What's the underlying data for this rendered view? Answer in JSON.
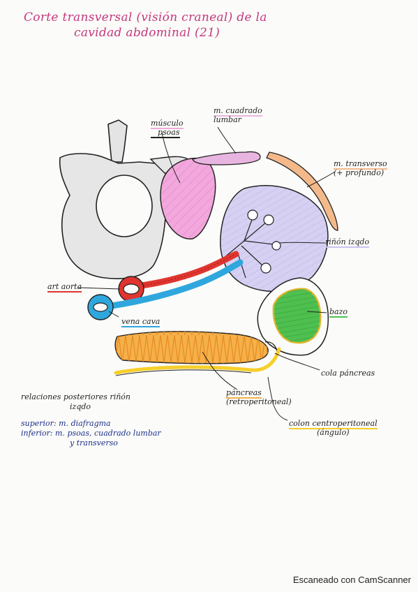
{
  "title": {
    "line1": "Corte transversal (visión craneal) de la",
    "line2": "cavidad abdominal (21)"
  },
  "labels": {
    "psoas": [
      "músculo",
      "psoas"
    ],
    "cuadrado": [
      "m. cuadrado",
      "lumbar"
    ],
    "transverso": [
      "m. transverso",
      "(+ profundo)"
    ],
    "rinon": "riñón izqdo",
    "aorta": "art aorta",
    "cava": "vena cava",
    "bazo": "bazo",
    "cola": "cola páncreas",
    "pancreas": [
      "páncreas",
      "(retroperitoneal)"
    ],
    "colon": [
      "colon centroperitoneal",
      "(ángulo)"
    ]
  },
  "notes": {
    "heading": [
      "relaciones posteriores riñón",
      "izqdo"
    ],
    "superior": "superior: m. diafragma",
    "inferior_1": "inferior: m. psoas, cuadrado lumbar",
    "inferior_2": "y transverso"
  },
  "footer": "Escaneado con CamScanner",
  "colors": {
    "title": "#c4387e",
    "psoas": "#f2a8dc",
    "cuadrado": "#e8b5e0",
    "transverso": "#f4b98a",
    "kidney": "#c9c3ec",
    "aorta": "#e0352f",
    "cava": "#2fa7dd",
    "spleen": "#4fbf50",
    "pancreas": "#f6b04a",
    "colon": "#f6cf2a"
  }
}
